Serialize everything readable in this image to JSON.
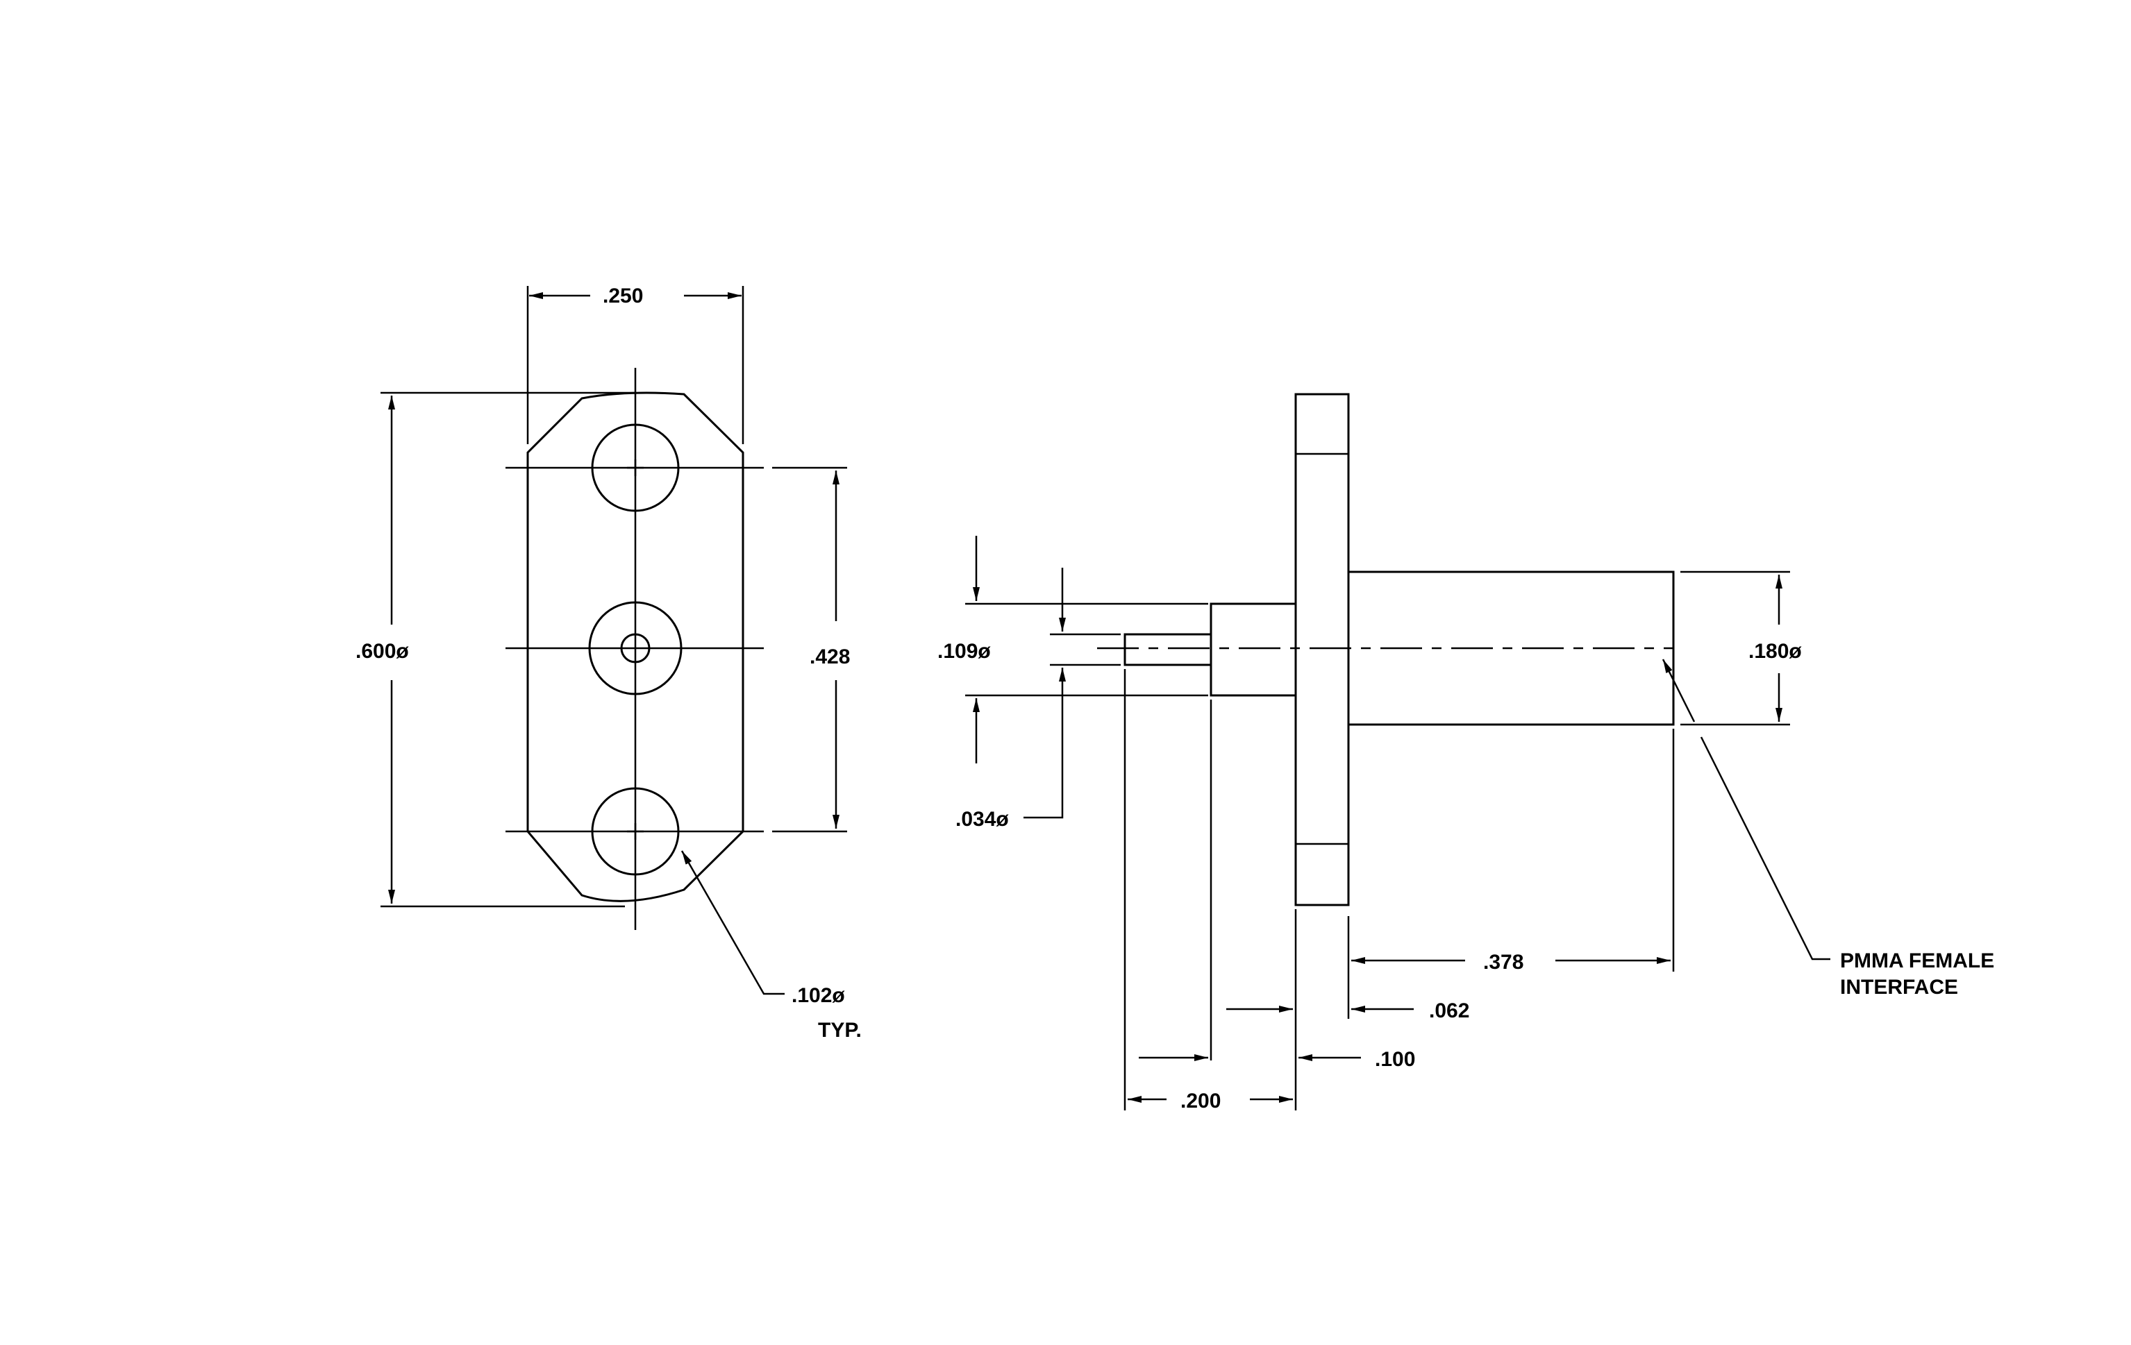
{
  "front_view": {
    "width_dim": ".250",
    "outer_diameter_dim": ".600ø",
    "hole_spacing_dim": ".428",
    "hole_diameter_dim": ".102ø",
    "hole_diameter_note": "TYP."
  },
  "side_view": {
    "pin_body_diameter_dim": ".109ø",
    "pin_tip_diameter_dim": ".034ø",
    "interface_diameter_dim": ".180ø",
    "interface_length_dim": ".378",
    "flange_thickness_dim": ".062",
    "pin_body_length_dim": ".100",
    "pin_total_length_dim": ".200",
    "callout_line1": "PMMA FEMALE",
    "callout_line2": "INTERFACE"
  }
}
